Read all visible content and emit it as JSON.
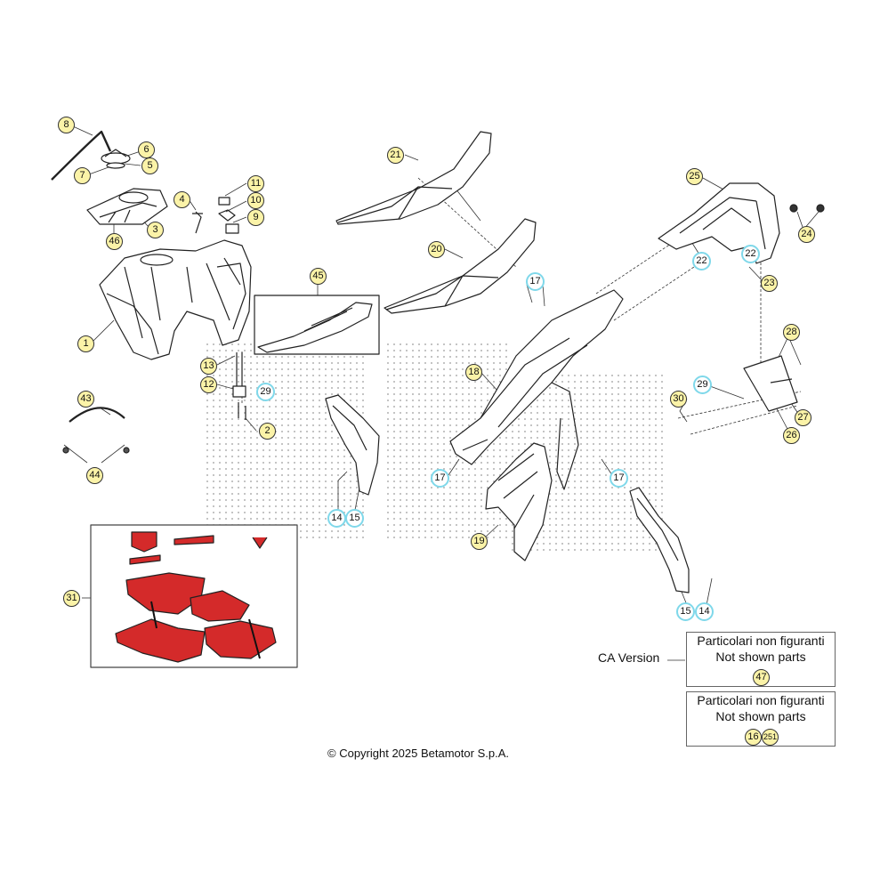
{
  "callouts": [
    {
      "label": "8",
      "style": "yellow"
    },
    {
      "label": "6",
      "style": "yellow"
    },
    {
      "label": "5",
      "style": "yellow"
    },
    {
      "label": "7",
      "style": "yellow"
    },
    {
      "label": "4",
      "style": "yellow"
    },
    {
      "label": "3",
      "style": "yellow"
    },
    {
      "label": "46",
      "style": "yellow"
    },
    {
      "label": "11",
      "style": "yellow"
    },
    {
      "label": "10",
      "style": "yellow"
    },
    {
      "label": "9",
      "style": "yellow"
    },
    {
      "label": "1",
      "style": "yellow"
    },
    {
      "label": "13",
      "style": "yellow"
    },
    {
      "label": "12",
      "style": "yellow"
    },
    {
      "label": "29",
      "style": "cyan"
    },
    {
      "label": "2",
      "style": "yellow"
    },
    {
      "label": "43",
      "style": "yellow"
    },
    {
      "label": "44",
      "style": "yellow"
    },
    {
      "label": "21",
      "style": "yellow"
    },
    {
      "label": "20",
      "style": "yellow"
    },
    {
      "label": "45",
      "style": "yellow"
    },
    {
      "label": "17",
      "style": "cyan"
    },
    {
      "label": "18",
      "style": "yellow"
    },
    {
      "label": "17",
      "style": "cyan"
    },
    {
      "label": "17",
      "style": "cyan"
    },
    {
      "label": "19",
      "style": "yellow"
    },
    {
      "label": "14",
      "style": "cyan"
    },
    {
      "label": "15",
      "style": "cyan"
    },
    {
      "label": "25",
      "style": "yellow"
    },
    {
      "label": "24",
      "style": "yellow"
    },
    {
      "label": "22",
      "style": "cyan"
    },
    {
      "label": "22",
      "style": "cyan"
    },
    {
      "label": "23",
      "style": "yellow"
    },
    {
      "label": "28",
      "style": "yellow"
    },
    {
      "label": "29",
      "style": "cyan"
    },
    {
      "label": "30",
      "style": "yellow"
    },
    {
      "label": "27",
      "style": "yellow"
    },
    {
      "label": "26",
      "style": "yellow"
    },
    {
      "label": "15",
      "style": "cyan"
    },
    {
      "label": "14",
      "style": "cyan"
    },
    {
      "label": "31",
      "style": "yellow"
    }
  ],
  "notes": [
    {
      "line1": "Particolari non figuranti",
      "line2": "Not shown parts",
      "numbers": [
        "47"
      ]
    },
    {
      "line1": "Particolari non figuranti",
      "line2": "Not shown parts",
      "numbers": [
        "16",
        "251"
      ]
    }
  ],
  "ca_version_label": "CA Version",
  "copyright": "© Copyright 2025 Betamotor S.p.A.",
  "colors": {
    "callout_fill": "#fbf3a8",
    "callout_highlight_ring": "#7fd8ea",
    "decal_red": "#d42a2a",
    "line": "#222222"
  }
}
